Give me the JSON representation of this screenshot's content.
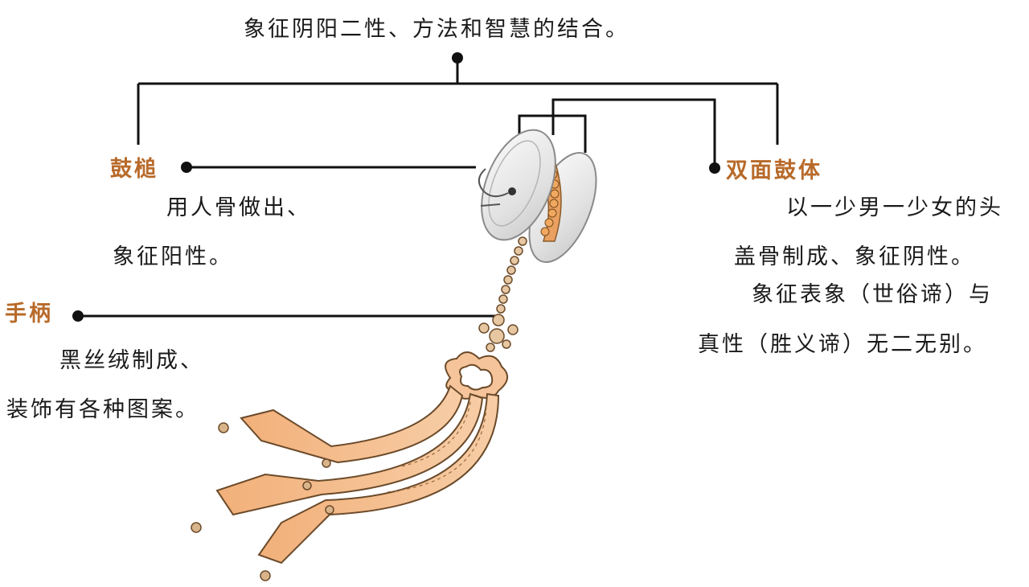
{
  "top_caption": "象征阴阳二性、方法和智慧的结合。",
  "mallet": {
    "label": "鼓槌",
    "desc_line1": "用人骨做出、",
    "desc_line2": "象征阳性。"
  },
  "drum_body": {
    "label": "双面鼓体",
    "desc_line1": "以一少男一少女的头",
    "desc_line2": "盖骨制成、象征阴性。",
    "desc_line3": "象征表象（世俗谛）与",
    "desc_line4": "真性（胜义谛）无二无别。"
  },
  "handle": {
    "label": "手柄",
    "desc_line1": "黑丝绒制成、",
    "desc_line2": "装饰有各种图案。"
  },
  "colors": {
    "label_accent": "#b86a2a",
    "leader_line": "#111111",
    "drum_fill": "#e8e8e8",
    "tassel_fill": "#efb27f"
  }
}
